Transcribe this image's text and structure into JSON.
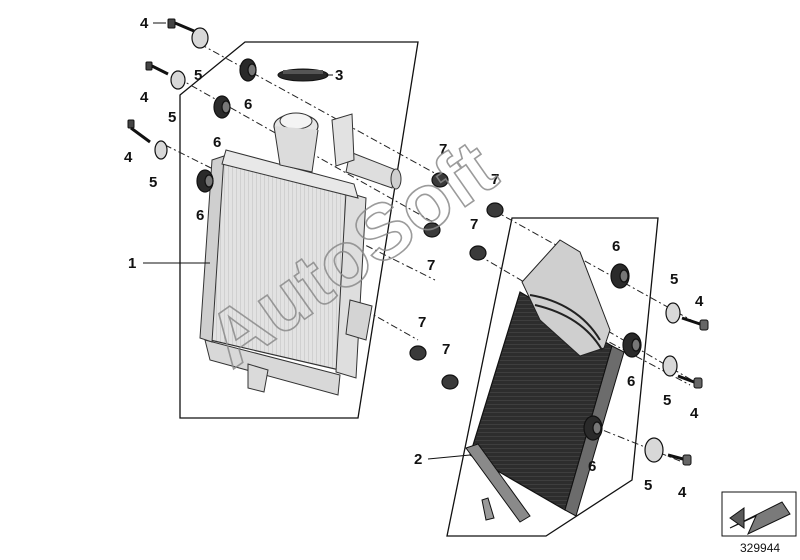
{
  "watermark": "AutoSoft",
  "reference_number": "329944",
  "callouts": {
    "c1": "1",
    "c2": "2",
    "c3": "3",
    "c4a": "4",
    "c4b": "4",
    "c4c": "4",
    "c4d": "4",
    "c4e": "4",
    "c4f": "4",
    "c5a": "5",
    "c5b": "5",
    "c5c": "5",
    "c5d": "5",
    "c5e": "5",
    "c5f": "5",
    "c6a": "6",
    "c6b": "6",
    "c6c": "6",
    "c6d": "6",
    "c6e": "6",
    "c6f": "6",
    "c7a": "7",
    "c7b": "7",
    "c7c": "7",
    "c7d": "7",
    "c7e": "7",
    "c7f": "7"
  },
  "icons": [
    "bolt-icon",
    "washer-icon",
    "grommet-icon",
    "nut-icon",
    "radiator-cap-icon",
    "direction-arrow-icon"
  ]
}
